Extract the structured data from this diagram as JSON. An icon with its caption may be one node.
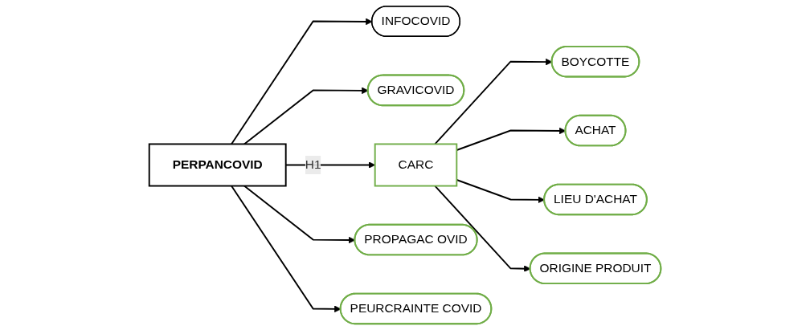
{
  "diagram": {
    "nodes": [
      {
        "text": [
          "INFOCOVID"
        ]
      },
      {
        "text": [
          "GRAVICOVID"
        ]
      },
      {
        "text": [
          "PROPAGAC OVID"
        ]
      },
      {
        "text": [
          "PEURCRAINTE COVID"
        ]
      },
      {
        "text": [
          "PERPANCOVID"
        ]
      },
      {
        "text": [
          "CARC"
        ]
      },
      {
        "text": [
          "BOYCOTTE"
        ]
      },
      {
        "text": [
          "ACHAT"
        ]
      },
      {
        "text": [
          "LIEU D'ACHAT"
        ]
      },
      {
        "text": [
          "ORIGINE PRODUIT"
        ]
      }
    ],
    "edges": [
      {
        "from": 4,
        "to": 0,
        "arrow": "to"
      },
      {
        "from": 4,
        "to": 1,
        "arrow": "to"
      },
      {
        "from": 4,
        "to": 2,
        "arrow": "to"
      },
      {
        "from": 4,
        "to": 3,
        "arrow": "to"
      },
      {
        "from": 4,
        "to": 5,
        "arrow": "to",
        "label": "H1"
      },
      {
        "from": 5,
        "to": 6,
        "arrow": "to"
      },
      {
        "from": 5,
        "to": 7,
        "arrow": "to"
      },
      {
        "from": 5,
        "to": 8,
        "arrow": "to"
      },
      {
        "from": 5,
        "to": 9,
        "arrow": "to"
      }
    ]
  }
}
